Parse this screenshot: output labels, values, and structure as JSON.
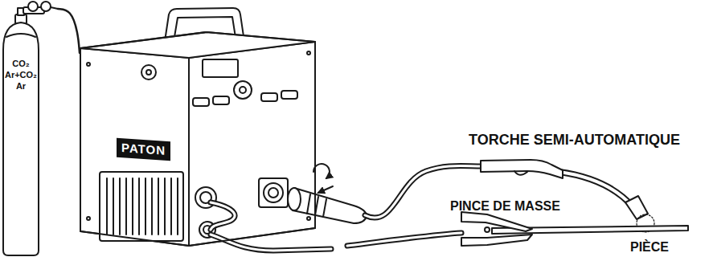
{
  "diagram": {
    "nodes": [
      {
        "text": [
          "CO₂",
          "Ar+CO₂",
          "Ar"
        ]
      },
      {
        "text": [
          "PATON"
        ]
      }
    ],
    "edges": [
      {
        "from": 0,
        "to": 1,
        "arrow": "none"
      }
    ],
    "labels": [
      "TORCHE SEMI-AUTOMATIQUE",
      "PINCE DE MASSE",
      "PIÈCE"
    ]
  }
}
